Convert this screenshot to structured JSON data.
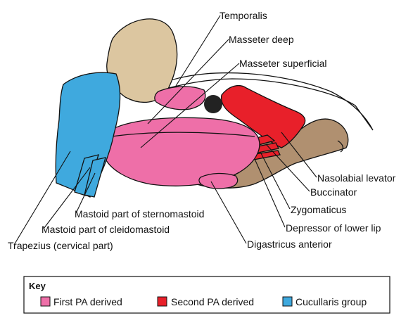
{
  "labels": {
    "temporalis": "Temporalis",
    "masseter_deep": "Masseter deep",
    "masseter_superficial": "Masseter superficial",
    "nasolabial_levator": "Nasolabial levator",
    "buccinator": "Buccinator",
    "zygomaticus": "Zygomaticus",
    "depressor_lower_lip": "Depressor of lower lip",
    "digastricus_anterior": "Digastricus anterior",
    "mastoid_sternomastoid": "Mastoid part of sternomastoid",
    "mastoid_cleidomastoid": "Mastoid part of cleidomastoid",
    "trapezius": "Trapezius (cervical part)"
  },
  "key": {
    "title": "Key",
    "items": [
      {
        "label": "First PA derived",
        "color": "#ee6fa8"
      },
      {
        "label": "Second PA derived",
        "color": "#e8202a"
      },
      {
        "label": "Cucullaris group",
        "color": "#3fa9de"
      }
    ]
  },
  "colors": {
    "first_pa": "#ee6fa8",
    "second_pa": "#e8202a",
    "cucullaris": "#3fa9de",
    "skull": "#dcc6a0",
    "jaw": "#b09070",
    "eye": "#222222"
  }
}
